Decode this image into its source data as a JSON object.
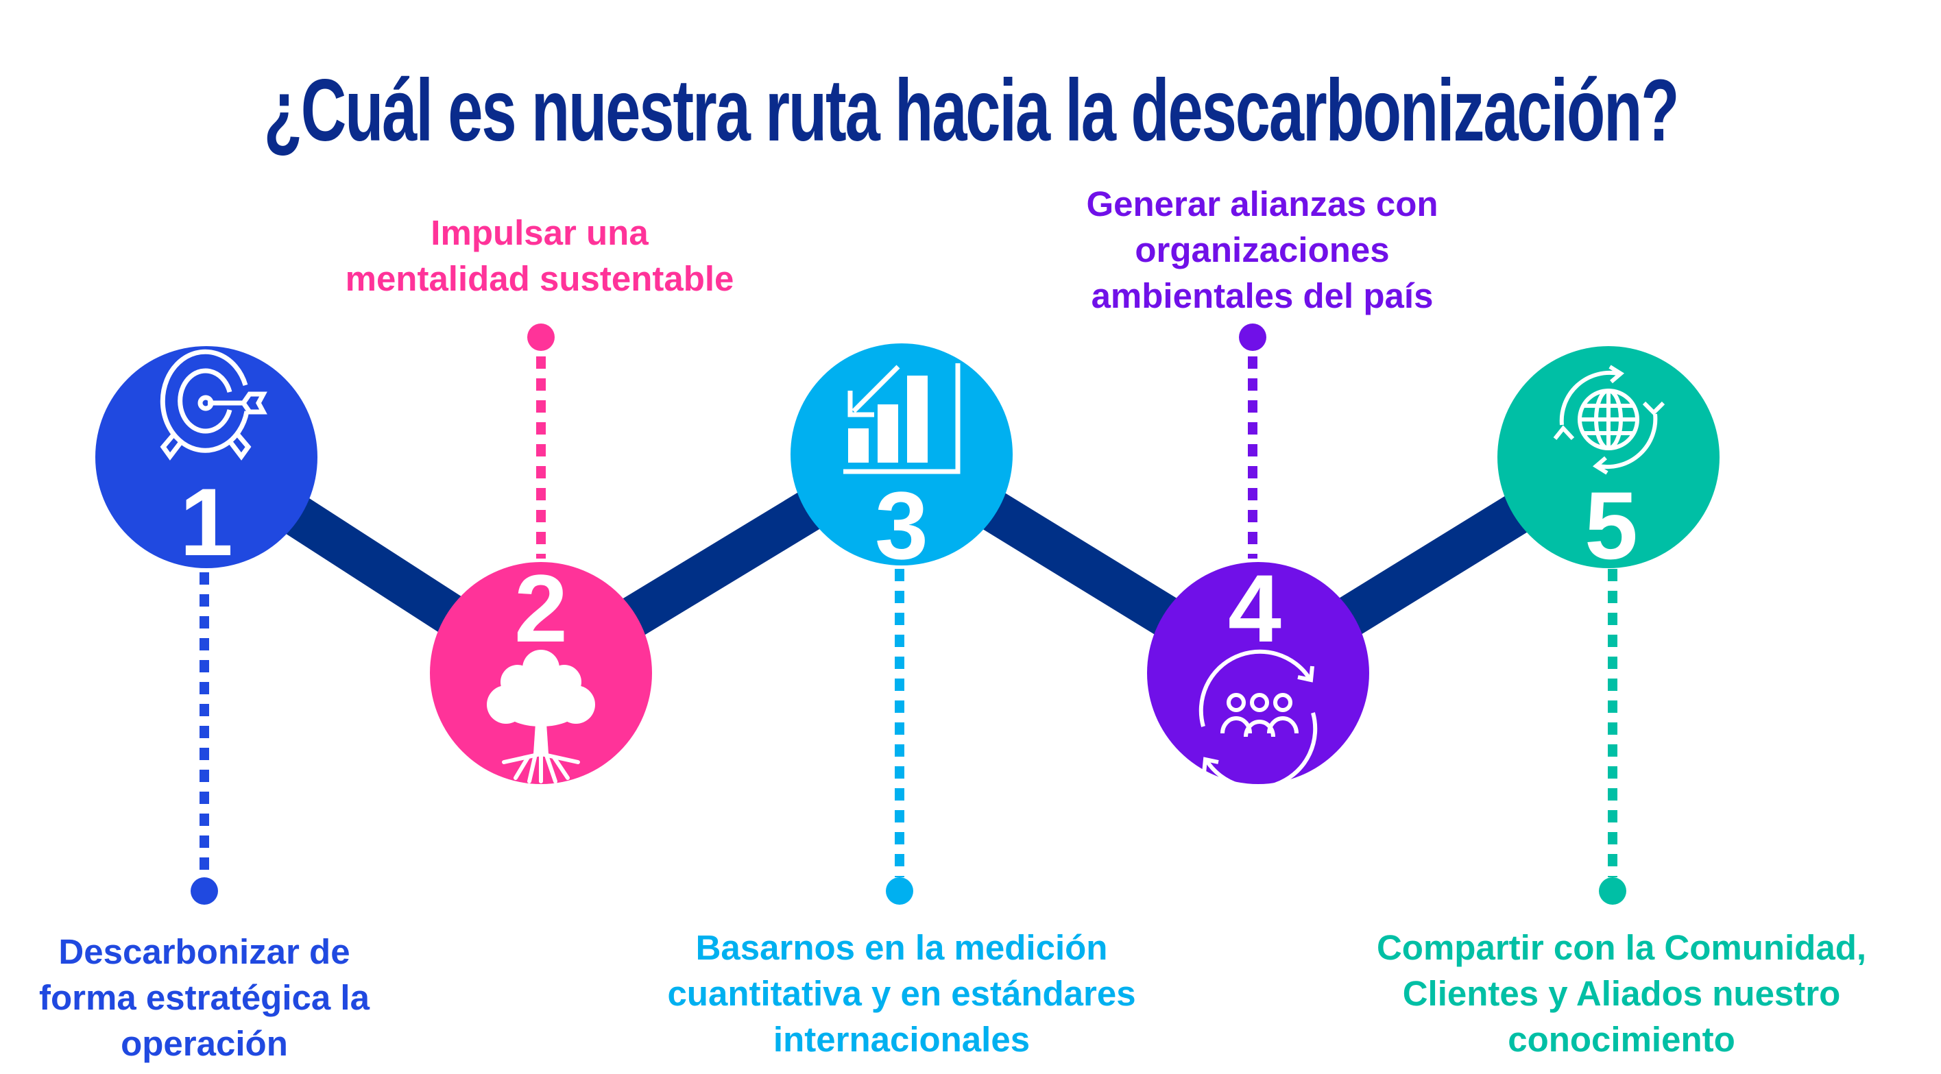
{
  "title": "¿Cuál es nuestra ruta hacia la descarbonización?",
  "colors": {
    "title": "#0a2b8c",
    "path": "#003087",
    "step1": "#2049e0",
    "step2": "#ff3399",
    "step3": "#00b0f0",
    "step4": "#7010e8",
    "step5": "#00bfa5"
  },
  "steps": [
    {
      "number": "1",
      "icon": "target-arrow-icon",
      "lines": [
        "Descarbonizar de",
        "forma estratégica la",
        "operación"
      ]
    },
    {
      "number": "2",
      "icon": "tree-roots-icon",
      "lines": [
        "Impulsar una",
        "mentalidad sustentable"
      ]
    },
    {
      "number": "3",
      "icon": "bar-chart-down-arrow-icon",
      "lines": [
        "Basarnos en la medición",
        "cuantitativa y en estándares",
        "internacionales"
      ]
    },
    {
      "number": "4",
      "icon": "people-cycle-icon",
      "lines": [
        "Generar alianzas con",
        "organizaciones",
        "ambientales del país"
      ]
    },
    {
      "number": "5",
      "icon": "globe-cycle-icon",
      "lines": [
        "Compartir con la Comunidad,",
        "Clientes y Aliados nuestro",
        "conocimiento"
      ]
    }
  ]
}
